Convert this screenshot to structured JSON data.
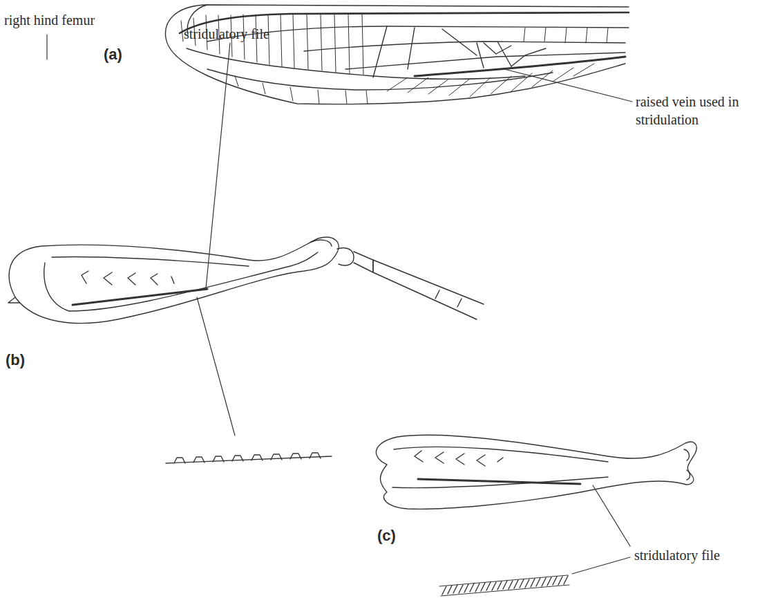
{
  "diagram": {
    "labels": [
      "(a)",
      "raised vein used in stridulation",
      "right hind femur",
      "stridulatory file",
      "(b)",
      "stridulatory file",
      "(c)"
    ]
  }
}
